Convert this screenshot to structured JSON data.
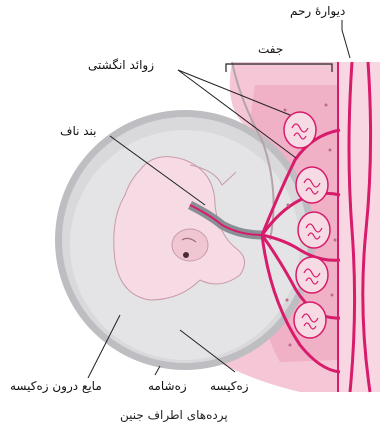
{
  "labels": {
    "uterine_wall": "دیوارهٔ رحم",
    "placenta": "جفت",
    "chorionic_villi": "زوائد انگشتی",
    "umbilical_cord": "بند ناف",
    "amniotic_fluid": "مایع درون زه‌کیسه",
    "chorion": "زه‌شامه",
    "amnion": "زه‌کیسه"
  },
  "caption": "پرده‌های اطراف جنین",
  "colors": {
    "tissue_pink": "#f5c6d6",
    "vessel_magenta": "#d81b6b",
    "sac_gray": "#d9d9dc",
    "embryo_pink": "#f7dbe4"
  }
}
